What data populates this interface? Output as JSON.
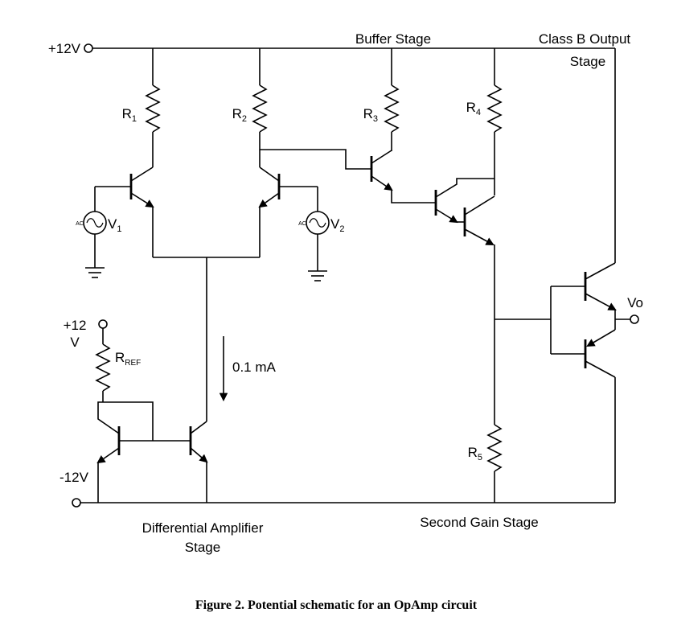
{
  "figure": {
    "caption": "Figure 2. Potential schematic for an OpAmp circuit"
  },
  "supplies": {
    "vcc": "+12V",
    "vee": "-12V",
    "mirror_ref_line1": "+12",
    "mirror_ref_line2": "V"
  },
  "stage_labels": {
    "buffer": "Buffer Stage",
    "class_b_line1": "Class B Output",
    "class_b_line2": "Stage",
    "diff_amp_line1": "Differential Amplifier",
    "diff_amp_line2": "Stage",
    "second_gain": "Second Gain Stage"
  },
  "resistors": {
    "r1": {
      "name": "R",
      "sub": "1"
    },
    "r2": {
      "name": "R",
      "sub": "2"
    },
    "r3": {
      "name": "R",
      "sub": "3"
    },
    "r4": {
      "name": "R",
      "sub": "4"
    },
    "r5": {
      "name": "R",
      "sub": "5"
    },
    "rref": {
      "name": "R",
      "sub": "REF"
    }
  },
  "sources": {
    "v1": {
      "name": "V",
      "sub": "1",
      "type": "AC"
    },
    "v2": {
      "name": "V",
      "sub": "2",
      "type": "AC"
    }
  },
  "output": {
    "label": "Vo"
  },
  "annotations": {
    "tail_current": "0.1 mA"
  }
}
